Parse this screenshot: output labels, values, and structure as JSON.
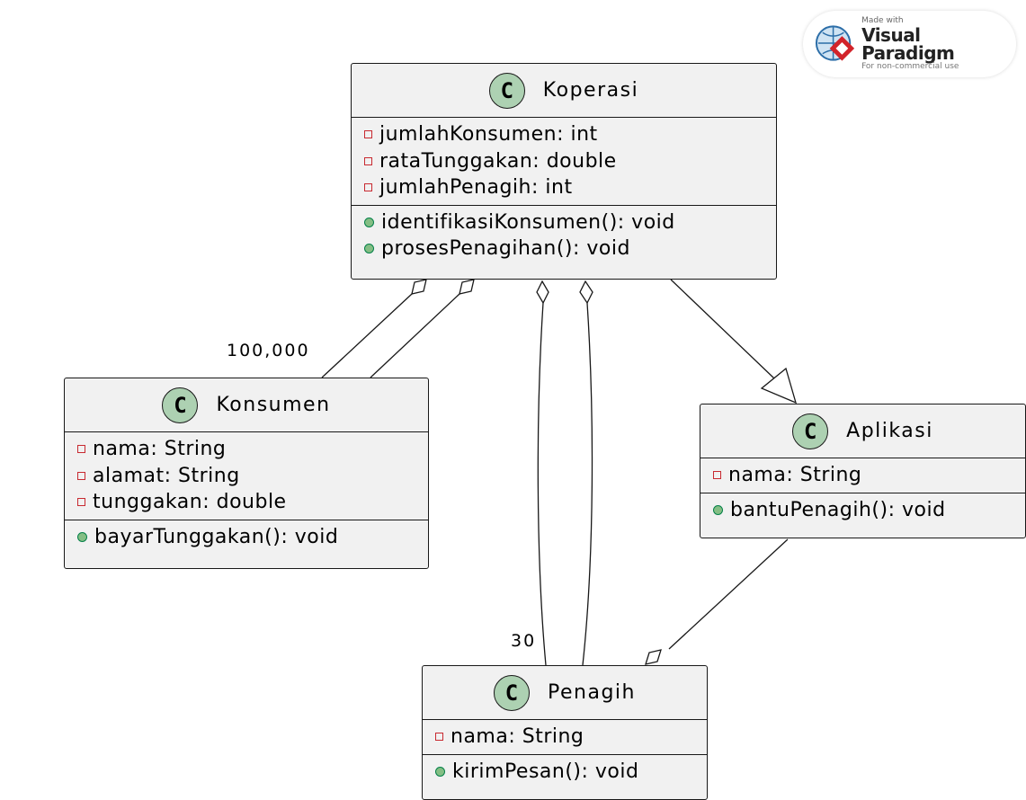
{
  "classes": {
    "koperasi": {
      "name": "Koperasi",
      "badge": "C",
      "attributes": [
        "jumlahKonsumen: int",
        "rataTunggakan: double",
        "jumlahPenagih: int"
      ],
      "methods": [
        "identifikasiKonsumen(): void",
        "prosesPenagihan(): void"
      ]
    },
    "konsumen": {
      "name": "Konsumen",
      "badge": "C",
      "attributes": [
        "nama: String",
        "alamat: String",
        "tunggakan: double"
      ],
      "methods": [
        "bayarTunggakan(): void"
      ]
    },
    "aplikasi": {
      "name": "Aplikasi",
      "badge": "C",
      "attributes": [
        "nama: String"
      ],
      "methods": [
        "bantuPenagih(): void"
      ]
    },
    "penagih": {
      "name": "Penagih",
      "badge": "C",
      "attributes": [
        "nama: String"
      ],
      "methods": [
        "kirimPesan(): void"
      ]
    }
  },
  "multiplicities": {
    "konsumen": "100,000",
    "penagih": "30"
  },
  "watermark": {
    "line1": "Made with",
    "brand": "Visual Paradigm",
    "line3": "For non-commercial use"
  },
  "colors": {
    "class_fill": "#f1f1f1",
    "badge_fill": "#add1b2",
    "private_marker": "#c82930",
    "public_marker": "#84be84"
  }
}
